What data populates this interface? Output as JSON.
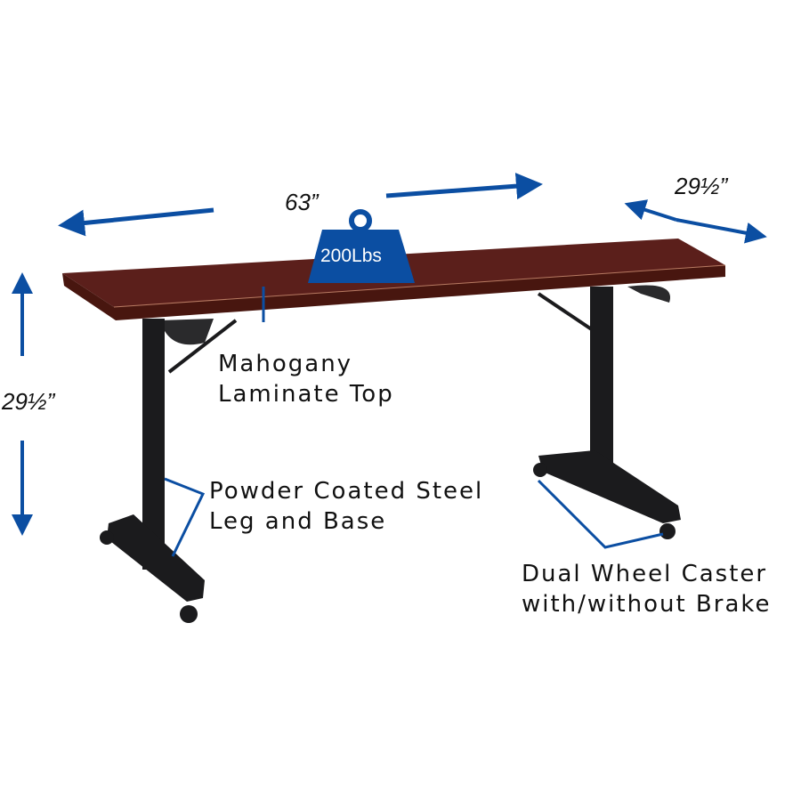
{
  "colors": {
    "accent": "#0b4ea2",
    "tabletop": "#5b1f1b",
    "frame": "#1b1b1d"
  },
  "dimensions": {
    "width": "63”",
    "depth": "29½”",
    "height": "29½”"
  },
  "weight_badge": {
    "icon": "weight-icon",
    "label": "200Lbs"
  },
  "callouts": {
    "top": [
      "Mahogany",
      "Laminate Top"
    ],
    "leg": [
      "Powder Coated Steel",
      "Leg and Base"
    ],
    "caster": [
      "Dual Wheel Caster",
      "with/without Brake"
    ]
  }
}
